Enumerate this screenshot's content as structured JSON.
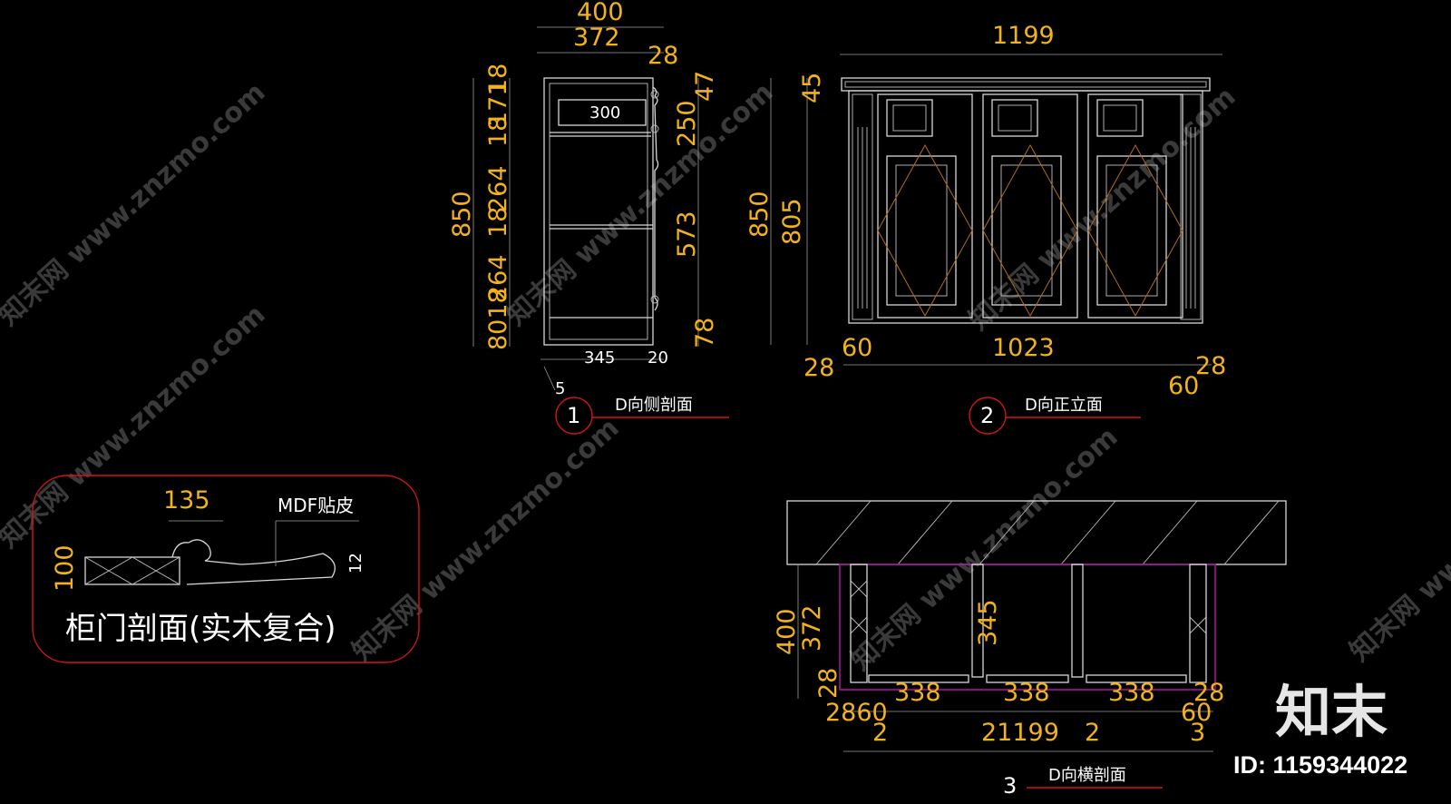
{
  "views": {
    "side_section": {
      "number": "1",
      "title": "D向侧剖面",
      "dims": {
        "top_total": "400",
        "top_inner": "372",
        "top_right": "28",
        "left_total": "850",
        "left_a": "18",
        "left_b": "171",
        "left_c": "18",
        "left_d": "264",
        "left_e": "18",
        "left_f": "264",
        "left_g": "8018",
        "right_a": "47",
        "right_b": "250",
        "right_c": "573",
        "right_d": "78",
        "bottom_inner": "345",
        "bottom_right": "20",
        "bottom_small": "5",
        "drawer_width": "300"
      }
    },
    "front_elevation": {
      "number": "2",
      "title": "D向正立面",
      "dims": {
        "top_total": "1199",
        "left_total": "850",
        "left_body": "805",
        "left_top": "45",
        "bottom_inner": "1023",
        "bottom_left_a": "60",
        "bottom_left_b": "28",
        "bottom_right_a": "28",
        "bottom_right_b": "60"
      }
    },
    "plan_section": {
      "number": "3",
      "title": "D向横剖面",
      "dims": {
        "left_total": "400",
        "left_inner": "372",
        "left_small": "28",
        "mid_depth": "345",
        "bay_1": "338",
        "bay_2": "338",
        "bay_3": "338",
        "right_small": "28",
        "left_bottom_a": "2860",
        "right_bottom_a": "60",
        "bottom_a": "2",
        "bottom_total": "21199",
        "bottom_b": "2",
        "bottom_c": "3"
      }
    },
    "door_detail": {
      "title": "柜门剖面(实木复合)",
      "label": "MDF贴皮",
      "dims": {
        "width": "135",
        "thickness": "100",
        "panel": "12"
      }
    }
  },
  "watermark": {
    "text": "知末网 www.znzmo.com",
    "logo": "知末",
    "id": "ID: 1159344022"
  },
  "colors": {
    "background": "#000000",
    "dimension": "#f2b21e",
    "lines": "#d8d8d8",
    "callout": "#d01515"
  }
}
